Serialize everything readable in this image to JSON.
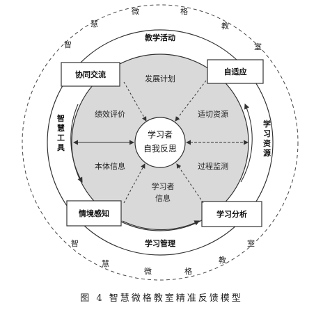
{
  "outer_arc_top": [
    "智",
    "慧",
    "微",
    "格",
    "教",
    "室"
  ],
  "outer_arc_bottom": [
    "智",
    "慧",
    "微",
    "格",
    "教",
    "室"
  ],
  "ring": {
    "top": "教学活动",
    "bottom": "学习管理",
    "left": "智慧工具",
    "right": "学习资源"
  },
  "boxes": {
    "top_left": "协同交流",
    "top_right": "自适应",
    "bottom_left": "情境感知",
    "bottom_right": "学习分析"
  },
  "inner": {
    "top": "发展计划",
    "upper_left": "绩效评价",
    "upper_right": "适切资源",
    "lower_left": "本体信息",
    "lower_right": "过程监测",
    "bottom_line1": "学习者",
    "bottom_line2": "信息"
  },
  "center": {
    "line1": "学习者",
    "line2": "自我反思"
  },
  "caption": "图 4   智慧微格教室精准反馈模型",
  "colors": {
    "inner_disc": "#d9d9d9",
    "center_disc": "#ffffff",
    "lines": "#333333"
  }
}
